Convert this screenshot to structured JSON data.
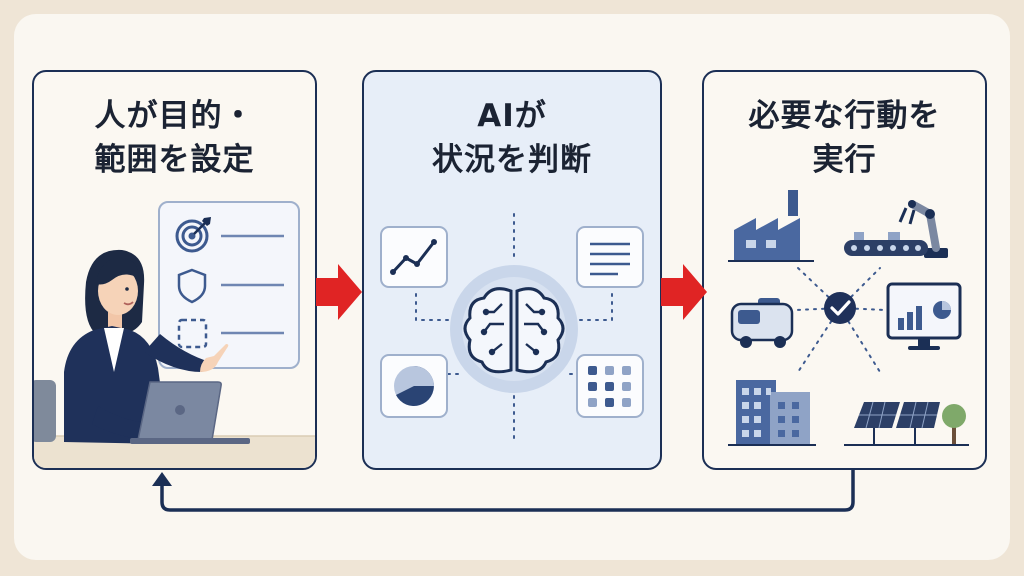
{
  "steps": [
    {
      "title_line1": "人が目的・",
      "title_line2": "範囲を設定"
    },
    {
      "title_line1": "AIが",
      "title_line2": "状況を判断"
    },
    {
      "title_line1": "必要な行動を",
      "title_line2": "実行"
    }
  ],
  "colors": {
    "navy": "#1b2f55",
    "accent_blue": "#3d5a8f",
    "arrow_red": "#e02424",
    "panel_ai_bg": "#e7eef8",
    "background": "#efe5d6"
  },
  "icons": {
    "step1": [
      "target-icon",
      "shield-icon",
      "dashed-square-icon",
      "person-with-laptop-icon"
    ],
    "step2": [
      "line-chart-icon",
      "document-lines-icon",
      "pie-chart-icon",
      "grid-dots-icon",
      "brain-circuit-icon"
    ],
    "step3": [
      "factory-icon",
      "robot-arm-conveyor-icon",
      "delivery-vehicle-icon",
      "check-circle-icon",
      "monitor-chart-icon",
      "office-building-icon",
      "solar-panel-icon"
    ]
  }
}
